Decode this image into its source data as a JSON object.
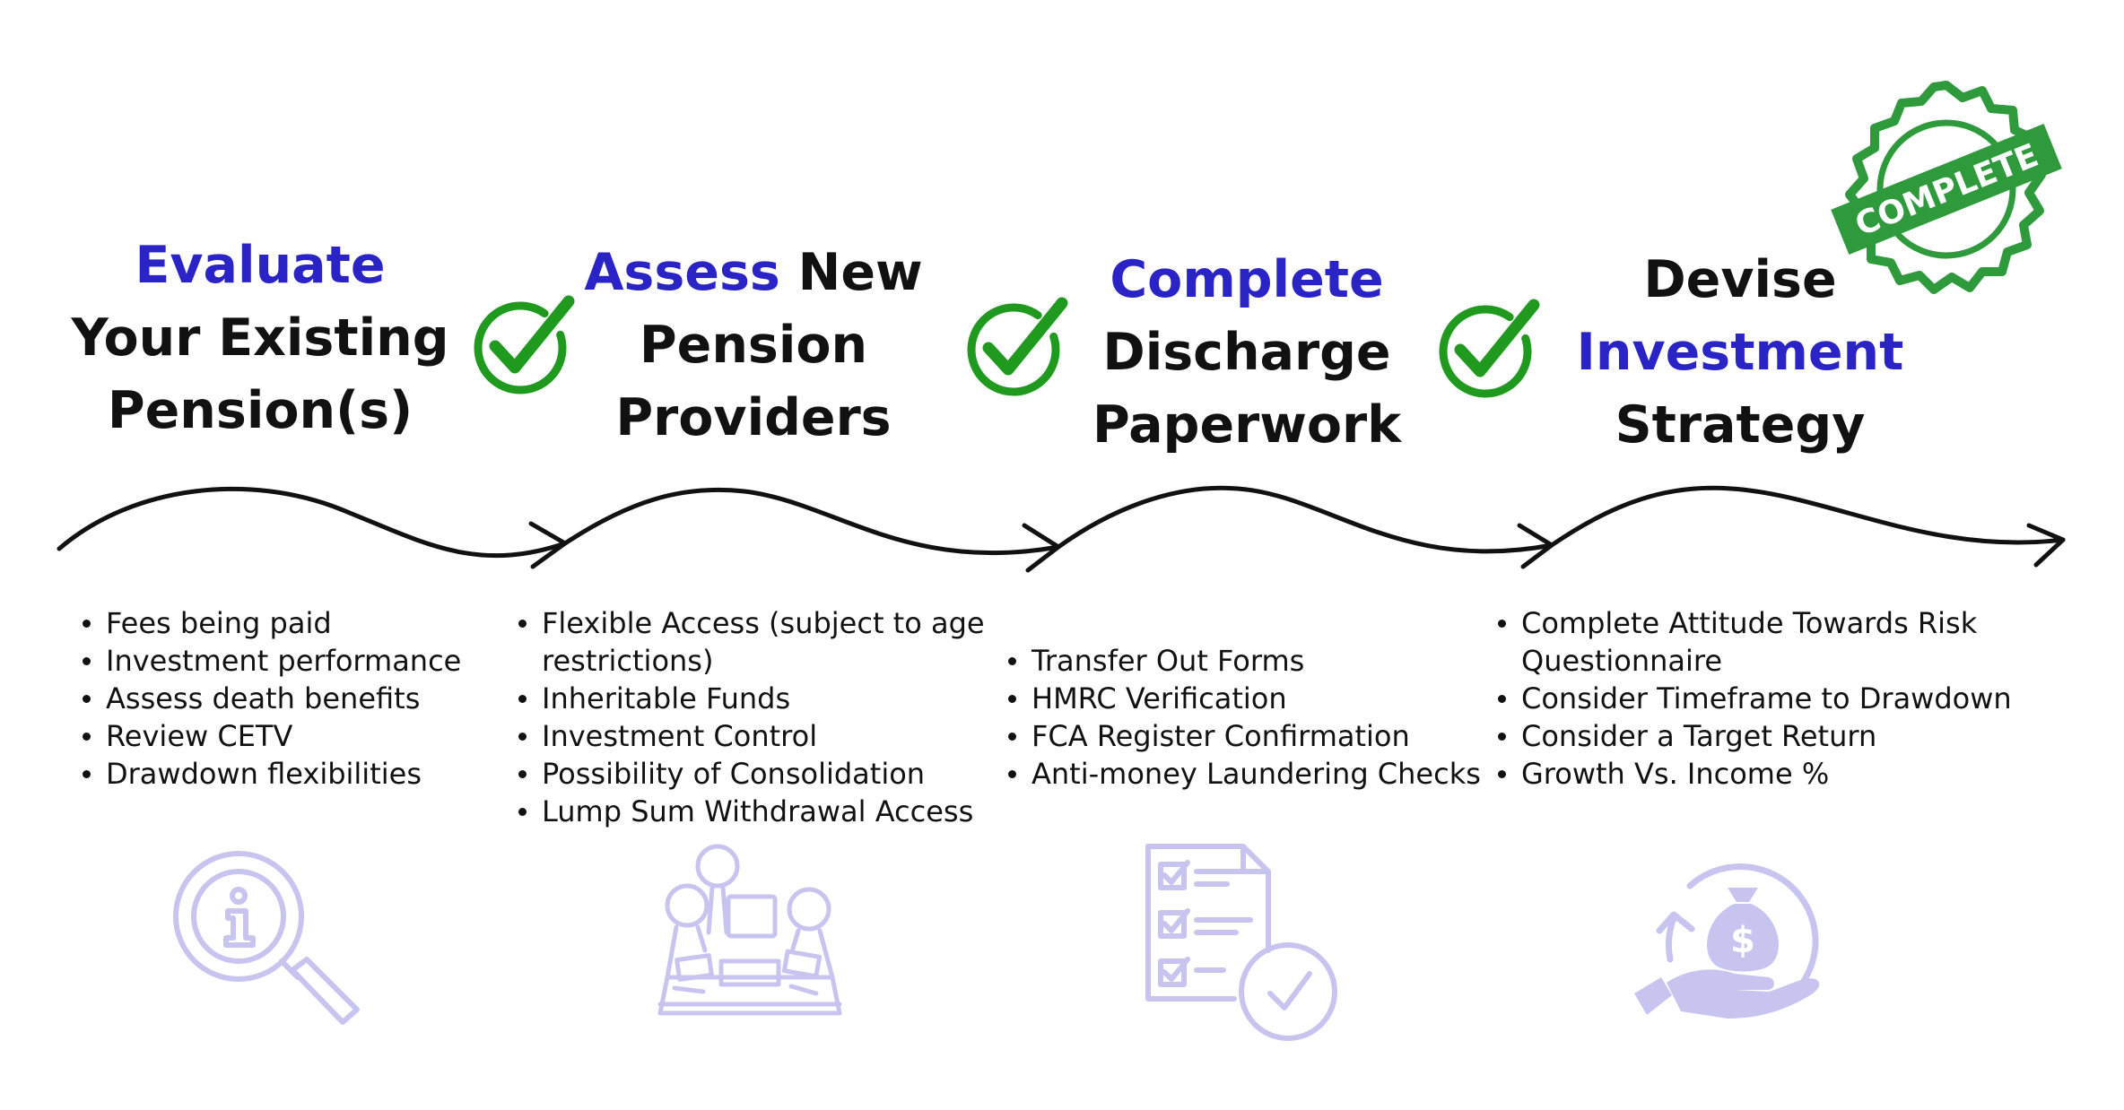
{
  "steps": [
    {
      "heading": {
        "lines": [
          [
            {
              "text": "Evaluate",
              "accent": true
            }
          ],
          [
            {
              "text": "Your Existing",
              "accent": false
            }
          ],
          [
            {
              "text": "Pension(s)",
              "accent": false
            }
          ]
        ]
      },
      "bullets": [
        "Fees being paid",
        "Investment performance",
        "Assess death benefits",
        "Review CETV",
        "Drawdown flexibilities"
      ],
      "icon": "magnifier-info-icon"
    },
    {
      "heading": {
        "lines": [
          [
            {
              "text": "Assess",
              "accent": true
            },
            {
              "text": " New",
              "accent": false
            }
          ],
          [
            {
              "text": "Pension",
              "accent": false
            }
          ],
          [
            {
              "text": "Providers",
              "accent": false
            }
          ]
        ]
      },
      "bullets": [
        "Flexible Access (subject to age",
        "restrictions)",
        "Inheritable Funds",
        "Investment Control",
        "Possibility of Consolidation",
        "Lump Sum Withdrawal Access"
      ],
      "icon": "meeting-table-icon"
    },
    {
      "heading": {
        "lines": [
          [
            {
              "text": "Complete",
              "accent": true
            }
          ],
          [
            {
              "text": "Discharge",
              "accent": false
            }
          ],
          [
            {
              "text": "Paperwork",
              "accent": false
            }
          ]
        ]
      },
      "bullets": [
        "Transfer Out Forms",
        "HMRC Verification",
        "FCA Register Confirmation",
        "Anti-money Laundering Checks"
      ],
      "icon": "checklist-document-icon"
    },
    {
      "heading": {
        "lines": [
          [
            {
              "text": "Devise",
              "accent": false
            }
          ],
          [
            {
              "text": "Investment",
              "accent": true
            }
          ],
          [
            {
              "text": "Strategy",
              "accent": false
            }
          ]
        ]
      },
      "bullets": [
        "Complete Attitude Towards Risk",
        "Questionnaire",
        "Consider Timeframe to Drawdown",
        "Consider a Target Return",
        "Growth Vs. Income %"
      ],
      "icon": "money-bag-hand-icon"
    }
  ],
  "checkmarks": [
    "green-checkmark-icon",
    "green-checkmark-icon",
    "green-checkmark-icon"
  ],
  "stamp": {
    "text": "COMPLETE",
    "icon": "complete-stamp-icon"
  },
  "colors": {
    "accent": "#2a24c6",
    "check_green": "#1f9a1f",
    "icon_lavender": "#c8c4f0",
    "stamp_green": "#2e9a3c"
  }
}
